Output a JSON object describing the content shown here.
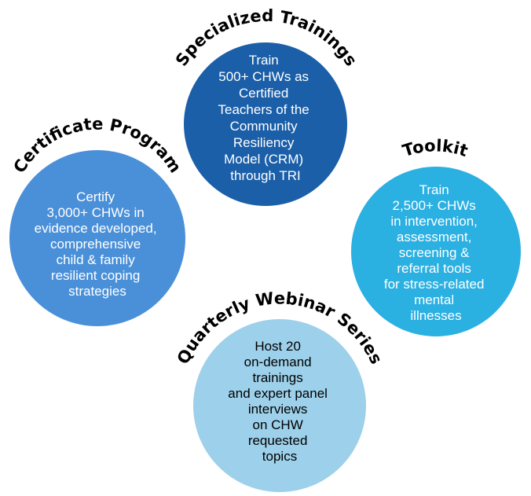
{
  "colors": {
    "specialized": "#1b5fa9",
    "certificate": "#4a90d9",
    "toolkit": "#2bb0e2",
    "webinar": "#9dd0ea",
    "title_text": "#000000",
    "body_text": "#ffffff"
  },
  "nodes": {
    "specialized": {
      "title": "Specialized Trainings",
      "lines": [
        "Train",
        "500+ CHWs as",
        "Certified",
        "Teachers of the",
        "Community",
        "Resiliency",
        "Model (CRM)",
        "through TRI"
      ]
    },
    "certificate": {
      "title": "Certificate Program",
      "lines": [
        "Certify",
        "3,000+ CHWs in",
        "evidence developed,",
        "comprehensive",
        "child & family",
        "resilient coping",
        "strategies"
      ]
    },
    "toolkit": {
      "title": "Toolkit",
      "lines": [
        "Train",
        "2,500+ CHWs",
        "in intervention,",
        "assessment,",
        "screening &",
        "referral tools",
        "for stress-related",
        "mental",
        "illnesses"
      ]
    },
    "webinar": {
      "title": "Quarterly Webinar Series",
      "lines": [
        "Host 20",
        "on-demand",
        "trainings",
        "and expert panel",
        "interviews",
        "on CHW",
        "requested",
        "topics"
      ]
    }
  }
}
